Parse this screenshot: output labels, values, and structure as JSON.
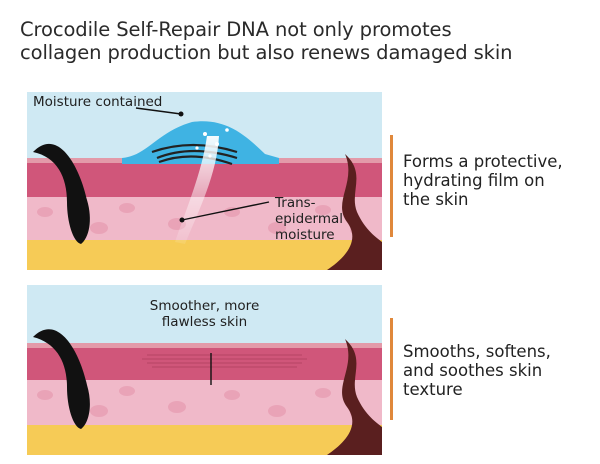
{
  "headline": {
    "line1": "Crocodile Self-Repair DNA not only promotes",
    "line2": "collagen production but also renews damaged skin"
  },
  "panel_top": {
    "label_moisture": "Moisture contained",
    "label_trans_1": "Trans-",
    "label_trans_2": "epidermal",
    "label_trans_3": "moisture",
    "benefit_1": "Forms a protective,",
    "benefit_2": "hydrating film on",
    "benefit_3": "the skin"
  },
  "panel_bottom": {
    "label_smoother_1": "Smoother, more",
    "label_smoother_2": "flawless skin",
    "benefit_1": "Smooths, softens,",
    "benefit_2": "and soothes skin",
    "benefit_3": "texture"
  },
  "colors": {
    "sky": "#cfe9f3",
    "epidermis": "#d0567a",
    "dermis": "#f0b9c9",
    "fat": "#f6cb56",
    "film": "#4ab8e6",
    "hair": "#111111",
    "accent": "#e0883b"
  }
}
